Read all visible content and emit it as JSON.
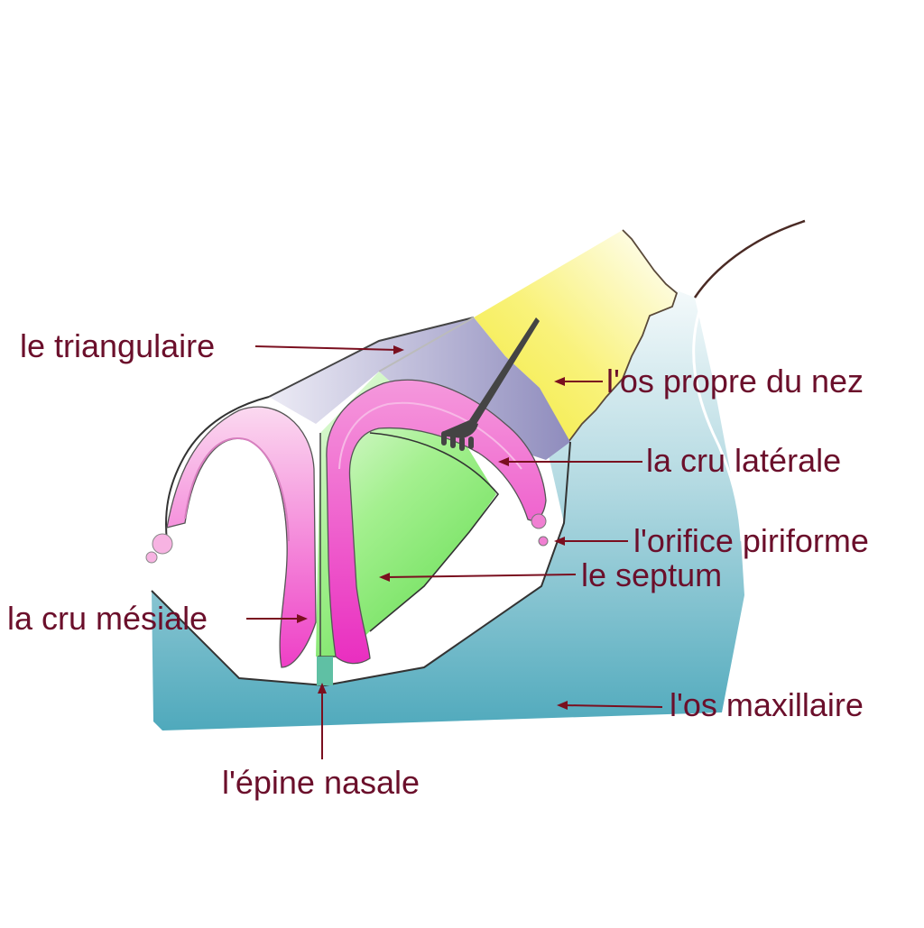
{
  "labels": {
    "triangulaire": "le triangulaire",
    "os_propre": "l'os propre du nez",
    "cru_laterale": "la cru latérale",
    "orifice": "l'orifice piriforme",
    "septum": "le septum",
    "cru_mesiale": "la cru mésiale",
    "os_maxillaire": "l'os maxillaire",
    "epine": "l'épine nasale"
  },
  "colors": {
    "label_text": "#6b0f2b",
    "leader_line": "#7a0f1f",
    "bone_nasal": "#f5ee4a",
    "cartilage_triangular": "#9a97c4",
    "cartilage_alar": "#ee3fc6",
    "septum": "#7fe46f",
    "maxilla": "#4fa9bc"
  },
  "icons": {
    "instrument": "retractor-hook-icon"
  }
}
